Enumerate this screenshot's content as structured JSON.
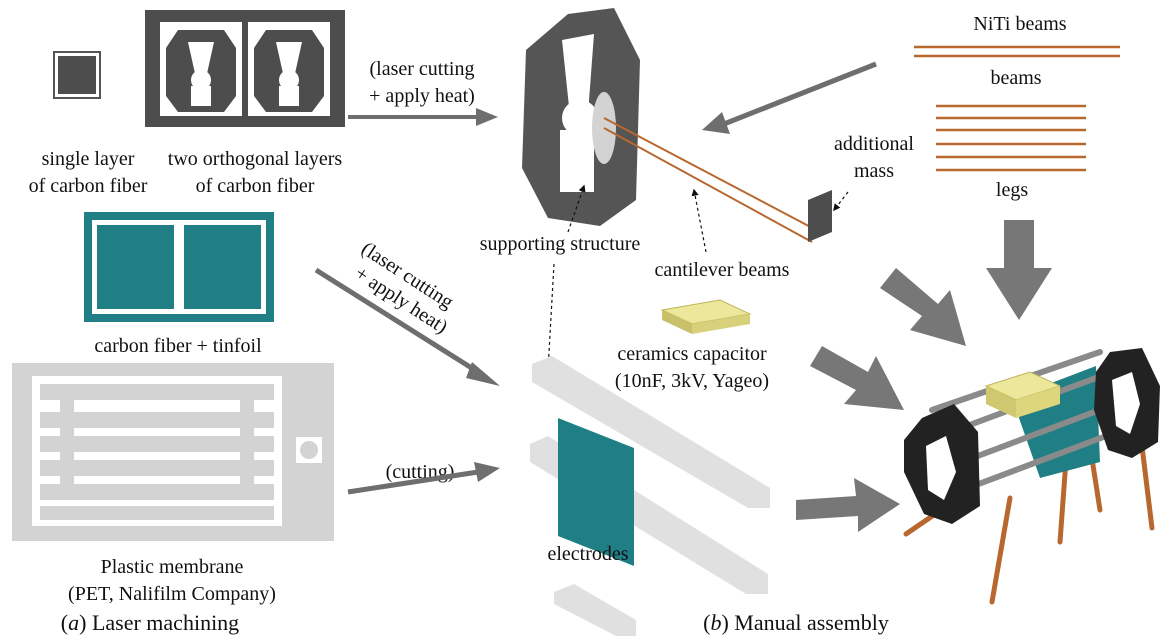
{
  "labels": {
    "single_layer_1": "single layer",
    "single_layer_2": "of carbon fiber",
    "two_layers_1": "two orthogonal layers",
    "two_layers_2": "of carbon fiber",
    "laser_cut_top_1": "(laser cutting",
    "laser_cut_top_2": "+ apply heat)",
    "laser_cut_diag_1": "(laser cutting",
    "laser_cut_diag_2": "+ apply heat)",
    "cutting": "(cutting)",
    "carbon_tinfoil": "carbon fiber + tinfoil",
    "plastic_1": "Plastic membrane",
    "plastic_2": "(PET, Nalifilm Company)",
    "supporting": "supporting structure",
    "cantilever": "cantilever beams",
    "additional_1": "additional",
    "additional_2": "mass",
    "niti": "NiTi beams",
    "beams": "beams",
    "legs": "legs",
    "capacitor_1": "ceramics capacitor",
    "capacitor_2": "(10nF, 3kV, Yageo)",
    "electrodes": "electrodes"
  },
  "captions": {
    "a_letter": "a",
    "a_text": "Laser machining",
    "b_letter": "b",
    "b_text": "Manual assembly"
  },
  "colors": {
    "carbon": "#4d4d4d",
    "teal": "#1f7f84",
    "membrane": "#d3d3d3",
    "copper": "#b8682e",
    "arrow": "#6e6e6e",
    "capacitor": "#ece79a"
  }
}
